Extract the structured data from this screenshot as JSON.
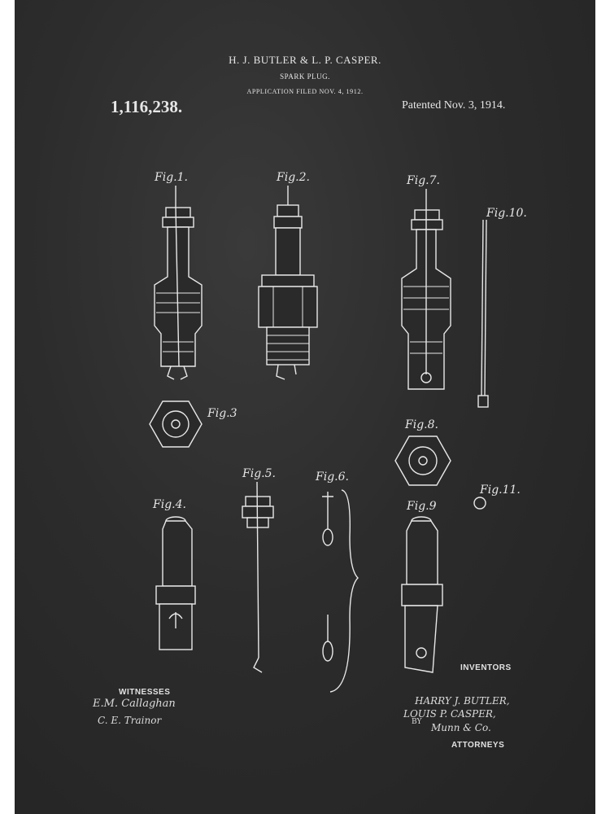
{
  "header": {
    "inventors_title": "H. J. BUTLER & L. P. CASPER.",
    "invention_title": "SPARK PLUG.",
    "filed_line": "APPLICATION FILED NOV. 4, 1912.",
    "patent_number": "1,116,238.",
    "patent_date": "Patented Nov. 3, 1914."
  },
  "figures": {
    "fig1": "Fig.1.",
    "fig2": "Fig.2.",
    "fig3": "Fig.3",
    "fig4": "Fig.4.",
    "fig5": "Fig.5.",
    "fig6": "Fig.6.",
    "fig7": "Fig.7.",
    "fig8": "Fig.8.",
    "fig9": "Fig.9",
    "fig10": "Fig.10.",
    "fig11": "Fig.11."
  },
  "footer": {
    "witnesses_label": "WITNESSES",
    "witness_1": "E.M. Callaghan",
    "witness_2": "C. E. Trainor",
    "inventors_label": "INVENTORS",
    "inventor_1": "HARRY J. BUTLER,",
    "inventor_2": "LOUIS P. CASPER,",
    "attorney_by": "BY",
    "attorney_signature": "Munn & Co.",
    "attorneys_label": "ATTORNEYS"
  },
  "colors": {
    "board": "#2c2c2c",
    "ink": "#e8e8e8",
    "border": "#ffffff"
  }
}
